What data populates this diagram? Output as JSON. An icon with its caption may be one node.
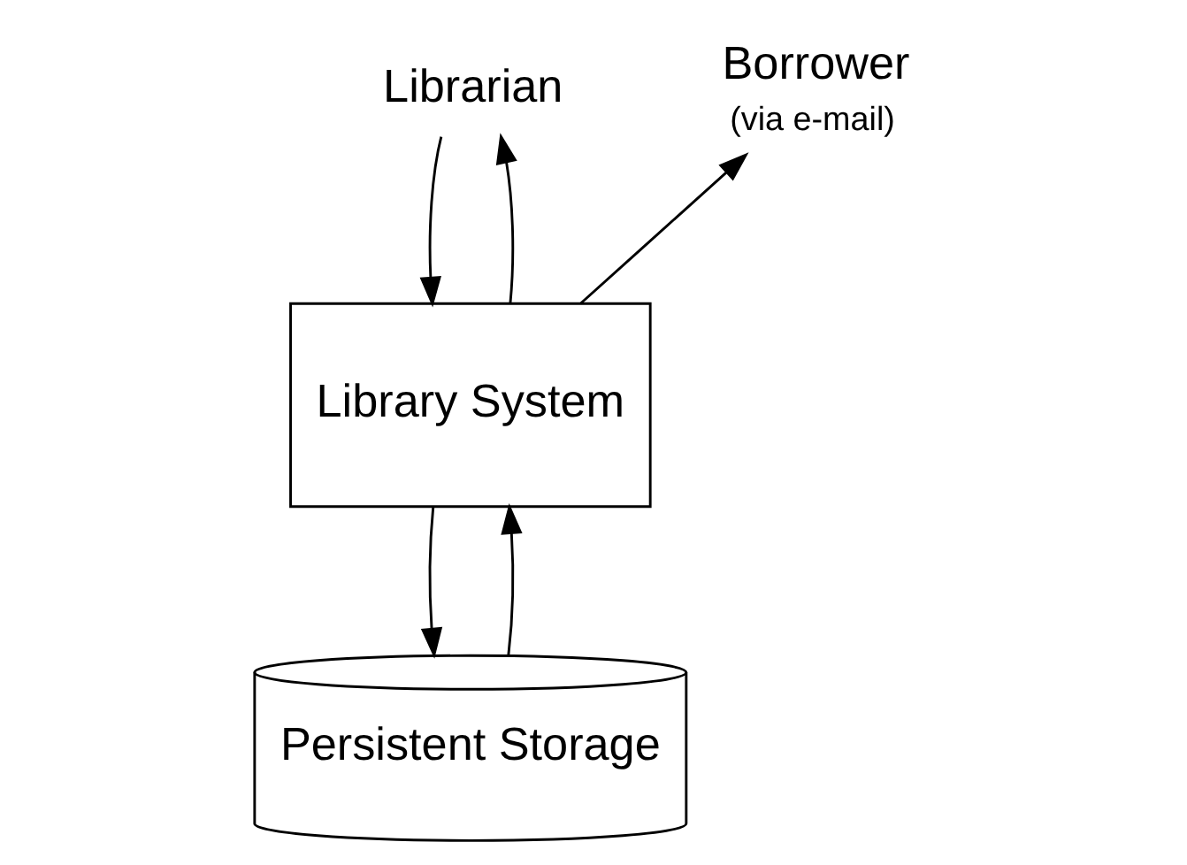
{
  "diagram": {
    "nodes": [
      {
        "text": [
          "Librarian"
        ]
      },
      {
        "text": [
          "Borrower"
        ],
        "beside": [
          "(via e-mail)"
        ]
      },
      {
        "text": [
          "Library System"
        ]
      },
      {
        "text": [
          "Persistent Storage"
        ]
      }
    ],
    "edges": [
      {
        "from": 0,
        "to": 2,
        "arrow": "to"
      },
      {
        "from": 2,
        "to": 0,
        "arrow": "to"
      },
      {
        "from": 2,
        "to": 1,
        "arrow": "to"
      },
      {
        "from": 2,
        "to": 3,
        "arrow": "to"
      },
      {
        "from": 3,
        "to": 2,
        "arrow": "to"
      }
    ]
  }
}
